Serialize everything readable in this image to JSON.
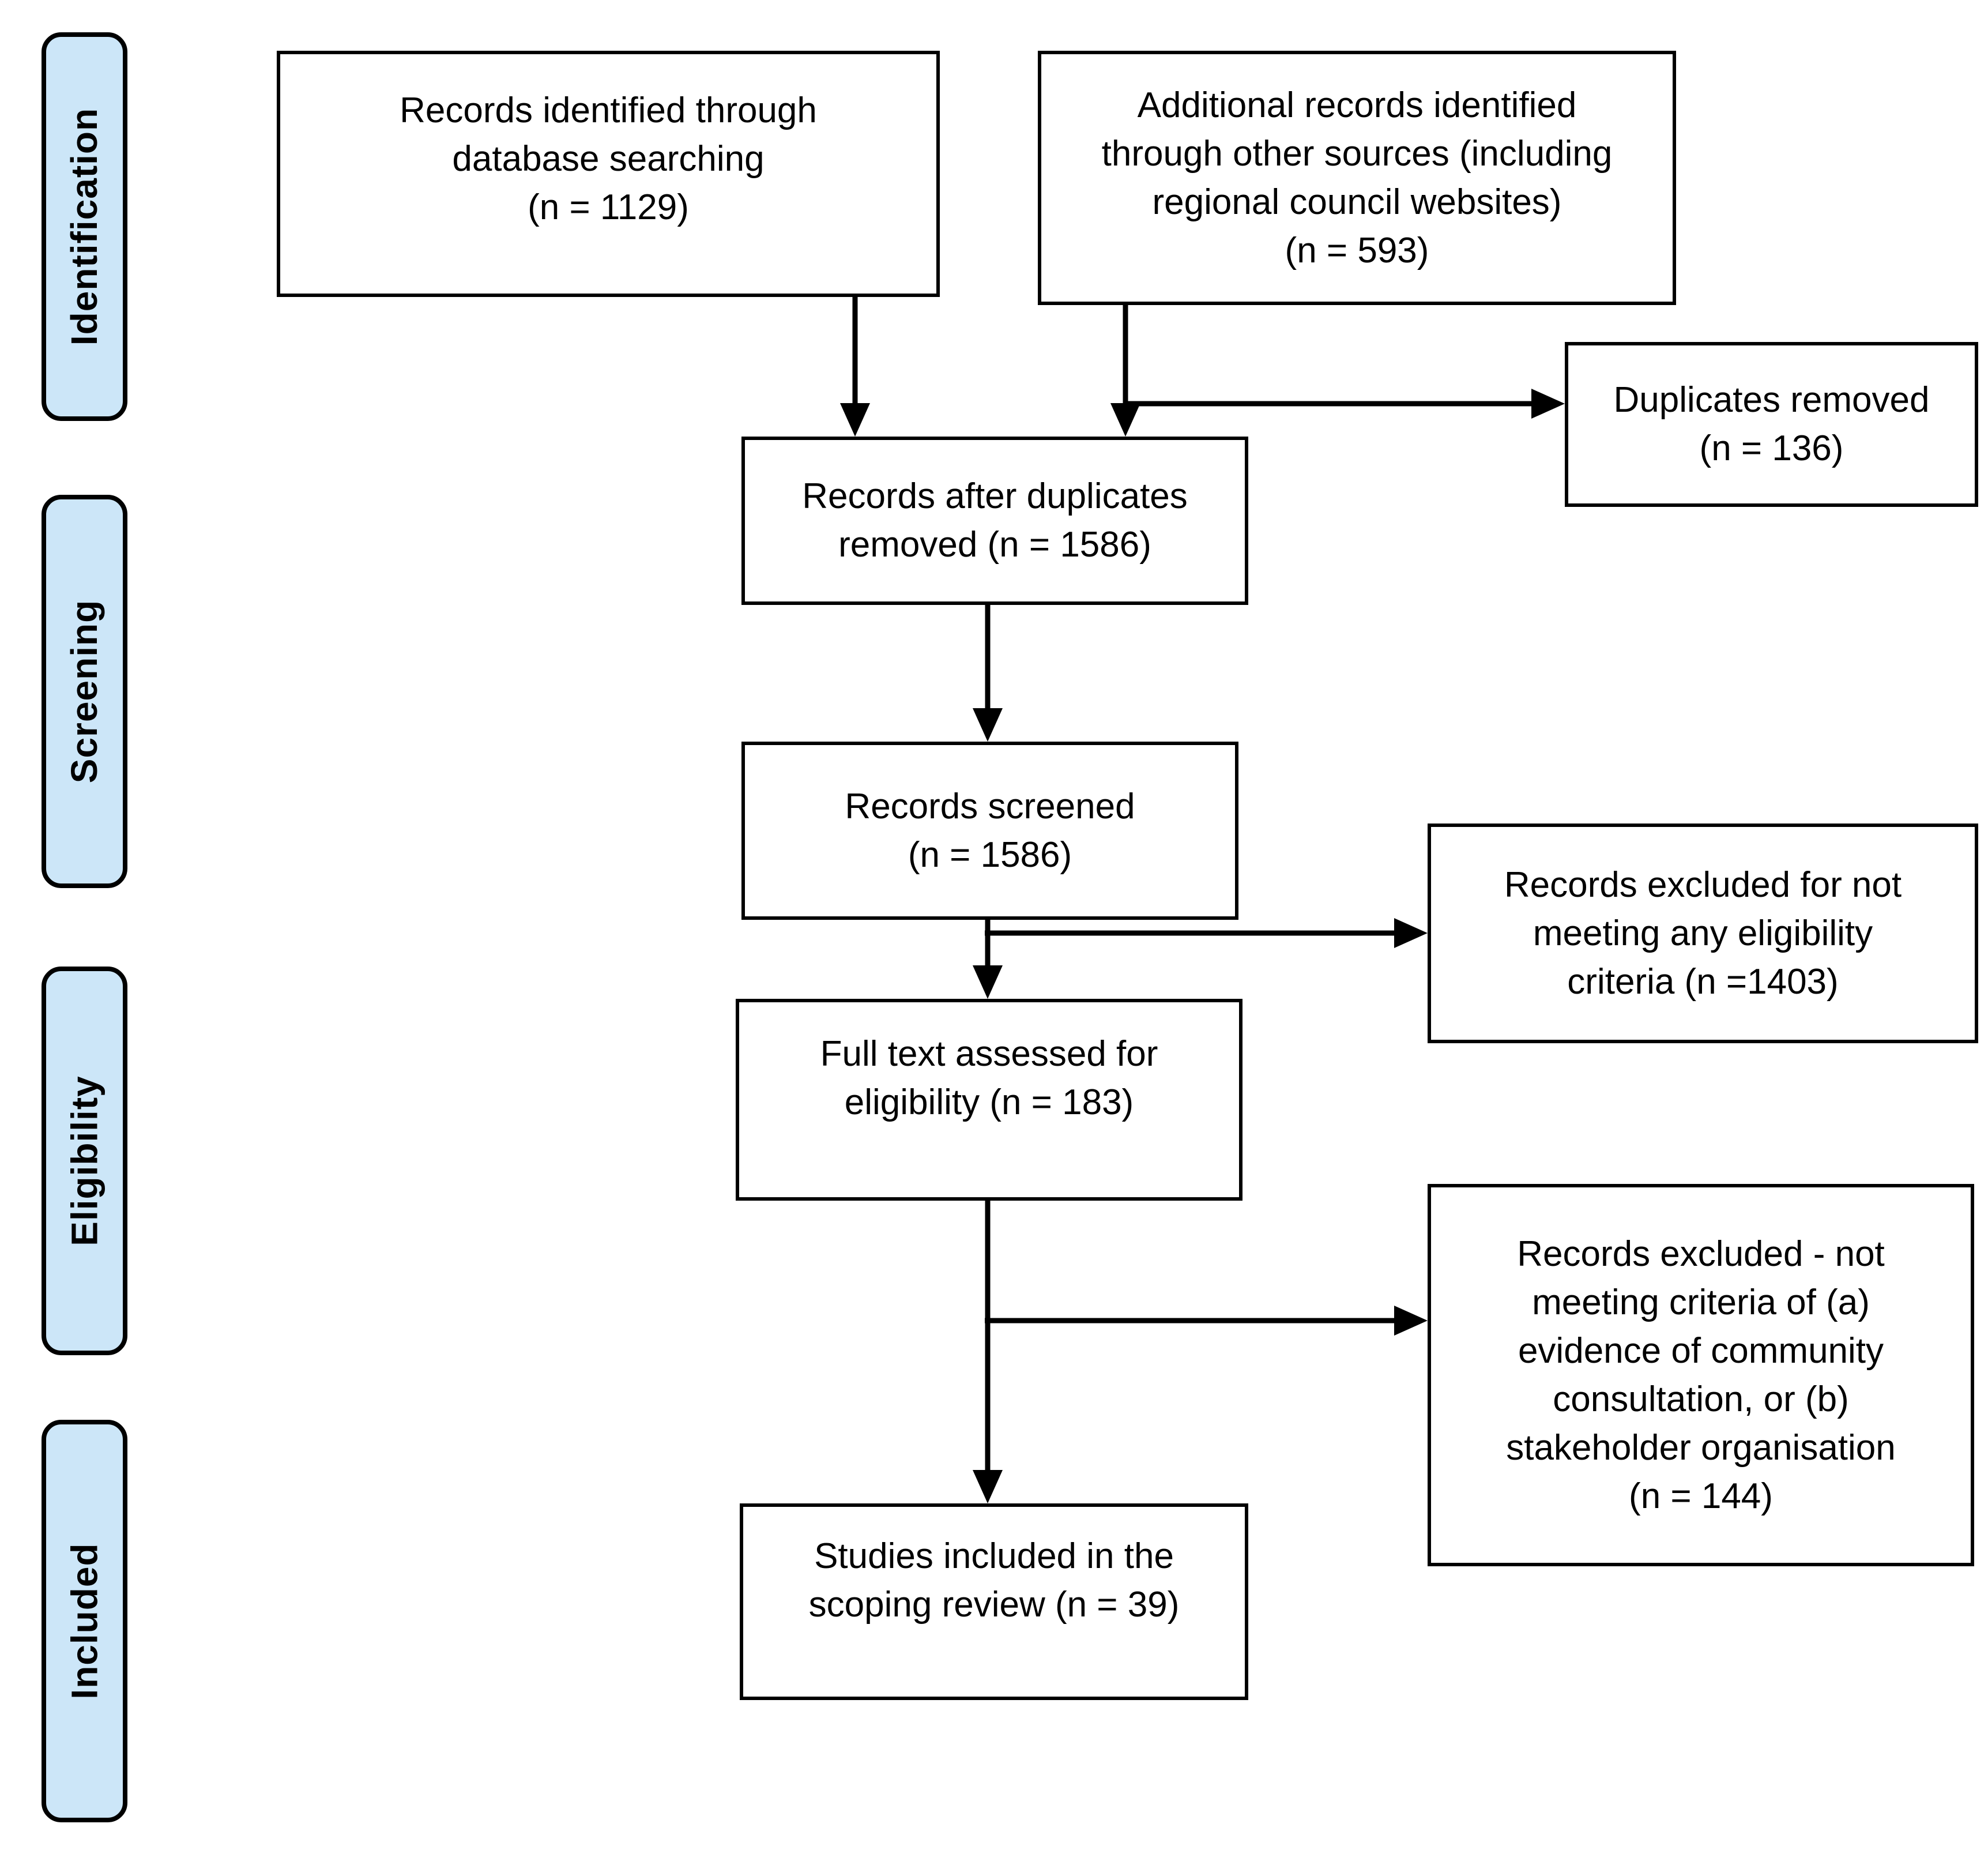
{
  "diagram": {
    "type": "prisma-flow-diagram",
    "colors": {
      "stage_fill": "#cce6f8",
      "outline": "#000000",
      "node_fill": "#ffffff",
      "text": "#000000"
    },
    "stages": [
      {
        "id": "identification",
        "label": "Identification"
      },
      {
        "id": "screening",
        "label": "Screening"
      },
      {
        "id": "eligibility",
        "label": "Eligibility"
      },
      {
        "id": "included",
        "label": "Included"
      }
    ],
    "nodes": {
      "records_identified": {
        "label": "Records identified through\ndatabase searching\n(n = 1129)",
        "n": 1129
      },
      "additional_records": {
        "label": "Additional records identified\nthrough other sources (including\nregional council websites)\n(n = 593)",
        "n": 593
      },
      "duplicates_removed": {
        "label": "Duplicates removed\n(n = 136)",
        "n": 136
      },
      "records_after_duplicates": {
        "label": "Records after duplicates\nremoved (n = 1586)",
        "n": 1586
      },
      "records_screened": {
        "label": "Records screened\n(n = 1586)",
        "n": 1586
      },
      "records_excluded_eligibility": {
        "label": "Records excluded for not\nmeeting any eligibility\ncriteria (n =1403)",
        "n": 1403
      },
      "full_text_assessed": {
        "label": "Full text assessed for\neligibility (n = 183)",
        "n": 183
      },
      "records_excluded_criteria": {
        "label": "Records excluded - not\nmeeting criteria of (a)\nevidence of community\nconsultation, or (b)\nstakeholder organisation\n(n = 144)",
        "n": 144
      },
      "studies_included": {
        "label": "Studies included in the\nscoping review (n = 39)",
        "n": 39
      }
    },
    "edges": [
      {
        "from": "records_identified",
        "to": "records_after_duplicates"
      },
      {
        "from": "additional_records",
        "to": "records_after_duplicates"
      },
      {
        "from": "additional_records",
        "to": "duplicates_removed"
      },
      {
        "from": "records_after_duplicates",
        "to": "records_screened"
      },
      {
        "from": "records_screened",
        "to": "full_text_assessed"
      },
      {
        "from": "records_screened",
        "to": "records_excluded_eligibility"
      },
      {
        "from": "full_text_assessed",
        "to": "records_excluded_criteria"
      },
      {
        "from": "full_text_assessed",
        "to": "studies_included"
      }
    ]
  }
}
